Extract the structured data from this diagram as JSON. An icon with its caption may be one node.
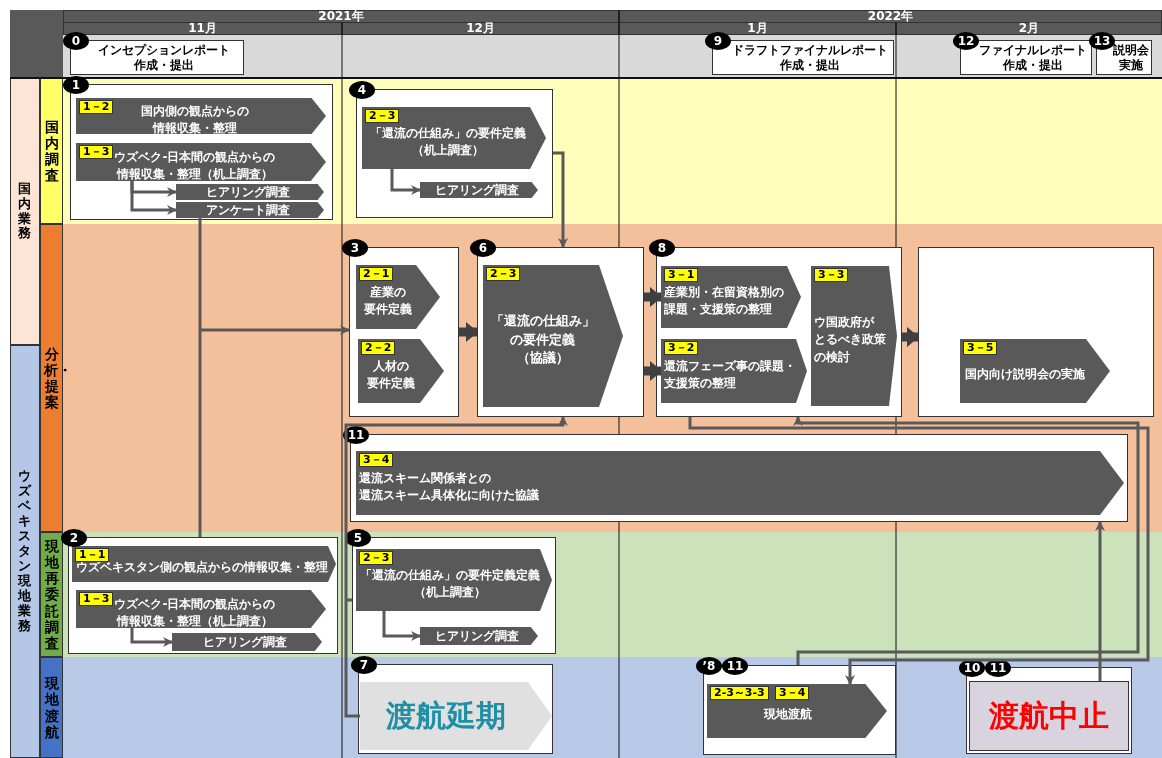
{
  "diagram": {
    "nodes": [
      {
        "text": [
          "0",
          "インセプションレポート作成・提出"
        ]
      },
      {
        "text": [
          "9",
          "ドラフトファイナルレポート作成・提出"
        ]
      },
      {
        "text": [
          "12",
          "ファイナルレポート作成・提出"
        ]
      },
      {
        "text": [
          "13",
          "説明会実施"
        ]
      },
      {
        "text": [
          "1"
        ]
      },
      {
        "text": [
          "1－2",
          "国内側の観点からの情報収集・整理"
        ],
        "in": 4
      },
      {
        "text": [
          "1－3",
          "ウズベク-日本間の観点からの情報収集・整理（机上調査）"
        ],
        "in": 4
      },
      {
        "text": [
          "ヒアリング調査"
        ],
        "in": 4
      },
      {
        "text": [
          "アンケート調査"
        ],
        "in": 4
      },
      {
        "text": [
          "4"
        ]
      },
      {
        "text": [
          "2－3",
          "「還流の仕組み」の要件定義（机上調査）"
        ],
        "in": 9
      },
      {
        "text": [
          "ヒアリング調査"
        ],
        "in": 9
      },
      {
        "text": [
          "3"
        ]
      },
      {
        "text": [
          "2－1",
          "産業の要件定義"
        ],
        "in": 12
      },
      {
        "text": [
          "2－2",
          "人材の要件定義"
        ],
        "in": 12
      },
      {
        "text": [
          "6"
        ]
      },
      {
        "text": [
          "2－3",
          "「還流の仕組み」の要件定義（協議）"
        ],
        "in": 15
      },
      {
        "text": [
          "8"
        ]
      },
      {
        "text": [
          "3－1",
          "産業別・在留資格別の課題・支援策の整理"
        ],
        "in": 17
      },
      {
        "text": [
          "3－2",
          "還流フェーズ事の課題・支援策の整理"
        ],
        "in": 17
      },
      {
        "text": [
          "3－3",
          "ウ国政府がとるべき政策の検討"
        ],
        "in": 17
      },
      {
        "text": [],
        "shape": "box"
      },
      {
        "text": [
          "3－5",
          "国内向け説明会の実施"
        ],
        "in": 21
      },
      {
        "text": [
          "11"
        ]
      },
      {
        "text": [
          "3－4",
          "還流スキーム関係者との還流スキーム具体化に向けた協議"
        ],
        "in": 23
      },
      {
        "text": [
          "2"
        ]
      },
      {
        "text": [
          "1－1",
          "ウズベキスタン側の観点からの情報収集・整理"
        ],
        "in": 25
      },
      {
        "text": [
          "1－3",
          "ウズベク-日本間の観点からの情報収集・整理（机上調査）"
        ],
        "in": 25
      },
      {
        "text": [
          "ヒアリング調査"
        ],
        "in": 25
      },
      {
        "text": [
          "5"
        ]
      },
      {
        "text": [
          "2－3",
          "「還流の仕組み」の要件定義定義（机上調査）"
        ],
        "in": 29
      },
      {
        "text": [
          "ヒアリング調査"
        ],
        "in": 29
      },
      {
        "text": [
          "7"
        ]
      },
      {
        "text": [
          "渡航延期"
        ],
        "in": 32
      },
      {
        "text": [
          "’8",
          "11"
        ]
      },
      {
        "text": [
          "2-3～3-3",
          "3－4",
          "現地渡航"
        ],
        "in": 34
      },
      {
        "text": [
          "10",
          "11"
        ]
      },
      {
        "text": [
          "渡航中止"
        ],
        "in": 36
      }
    ],
    "edges": [
      {
        "from": 6,
        "to": 7,
        "arrow": "to"
      },
      {
        "from": 6,
        "to": 8,
        "arrow": "to"
      },
      {
        "from": 10,
        "to": 11,
        "arrow": "to"
      },
      {
        "from": 27,
        "to": 28,
        "arrow": "to"
      },
      {
        "from": 30,
        "to": 31,
        "arrow": "to"
      },
      {
        "from": 8,
        "to": 12,
        "arrow": "to"
      },
      {
        "from": 25,
        "to": 12,
        "arrow": "to"
      },
      {
        "from": 9,
        "to": 15,
        "arrow": "to"
      },
      {
        "from": 12,
        "to": 15,
        "arrow": "to",
        "style": "thick"
      },
      {
        "from": 15,
        "to": 18,
        "arrow": "to",
        "style": "thick"
      },
      {
        "from": 15,
        "to": 19,
        "arrow": "to",
        "style": "thick"
      },
      {
        "from": 17,
        "to": 21,
        "arrow": "to",
        "style": "thick"
      },
      {
        "from": 33,
        "to": 15,
        "arrow": "to"
      },
      {
        "from": 29,
        "to": 15,
        "arrow": "to"
      },
      {
        "from": 17,
        "to": 35,
        "arrow": "to"
      },
      {
        "from": 34,
        "to": 17,
        "arrow": "to"
      },
      {
        "from": 37,
        "to": 23,
        "arrow": "to"
      }
    ],
    "labels": [
      "2021年",
      "2022年",
      "11月",
      "12月",
      "1月",
      "2月",
      "国内業務",
      "ウズベキスタン現地業務",
      "国内調査",
      "分析・提案",
      "現地再委託調査",
      "現地渡航"
    ]
  }
}
